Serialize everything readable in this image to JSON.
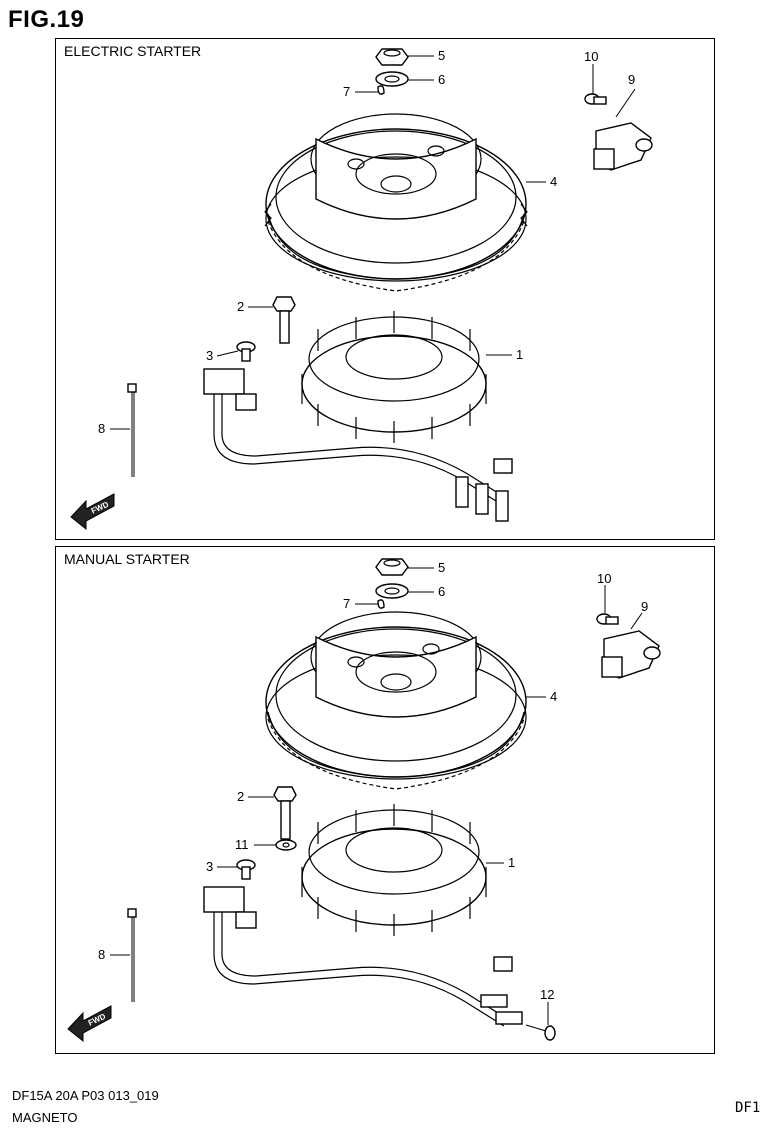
{
  "figure": {
    "title": "FIG.19"
  },
  "panels": [
    {
      "title": "ELECTRIC STARTER",
      "callouts": [
        "1",
        "2",
        "3",
        "4",
        "5",
        "6",
        "7",
        "8",
        "9",
        "10"
      ]
    },
    {
      "title": "MANUAL STARTER",
      "callouts": [
        "1",
        "2",
        "3",
        "4",
        "5",
        "6",
        "7",
        "8",
        "9",
        "10",
        "11",
        "12"
      ]
    }
  ],
  "fwd_label": "FWD",
  "footer": {
    "code": "DF15A 20A  P03 013_019",
    "name": "MAGNETO",
    "right": "DF1"
  }
}
